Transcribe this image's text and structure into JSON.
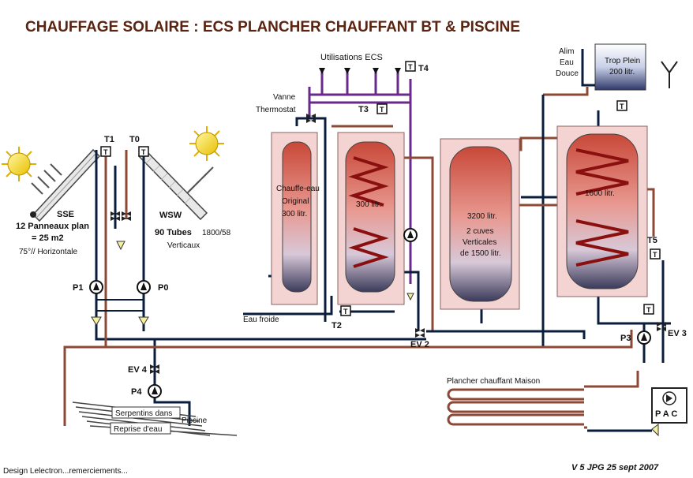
{
  "title": "CHAUFFAGE SOLAIRE : ECS  PLANCHER CHAUFFANT BT & PISCINE",
  "footer": {
    "credits": "Design  Lelectron...remerciements...",
    "version": "V 5   JPG  25 sept  2007"
  },
  "collectors": {
    "sse": {
      "name": "SSE",
      "line1": "12 Panneaux plan",
      "line2": "= 25 m2",
      "line3": "75°// Horizontale"
    },
    "wsw": {
      "name": "WSW",
      "line1": "90 Tubes",
      "line1b": "1800/58",
      "line2": "Verticaux"
    }
  },
  "labels": {
    "utilisations": "Utilisations  ECS",
    "vanne": "Vanne",
    "thermostat": "Thermostat",
    "chauffe1": "Chauffe-eau",
    "chauffe2": "Original",
    "chauffe3": "300 litr.",
    "tank300": "300 litr.",
    "tank3200": "3200 litr.",
    "cuves1": "2 cuves",
    "cuves2": "Verticales",
    "cuves3": "de 1500 litr.",
    "tank1600": "1600 litr.",
    "alim1": "Alim",
    "alim2": "Eau",
    "alim3": "Douce",
    "trop1": "Trop Plein",
    "trop2": "200 litr.",
    "eau_froide": "Eau froide",
    "plancher": "Plancher chauffant Maison",
    "serpentins": "Serpentins dans",
    "piscine": "Piscine",
    "reprise": "Reprise d'eau",
    "pac": "P A C"
  },
  "tags": {
    "t0": "T0",
    "t1": "T1",
    "t2": "T2",
    "t3": "T3",
    "t4": "T4",
    "t5": "T5",
    "p0": "P0",
    "p1": "P1",
    "p3": "P3",
    "p4": "P4",
    "ev2": "EV 2",
    "ev3": "EV 3",
    "ev4": "EV 4",
    "sensor": "T"
  }
}
